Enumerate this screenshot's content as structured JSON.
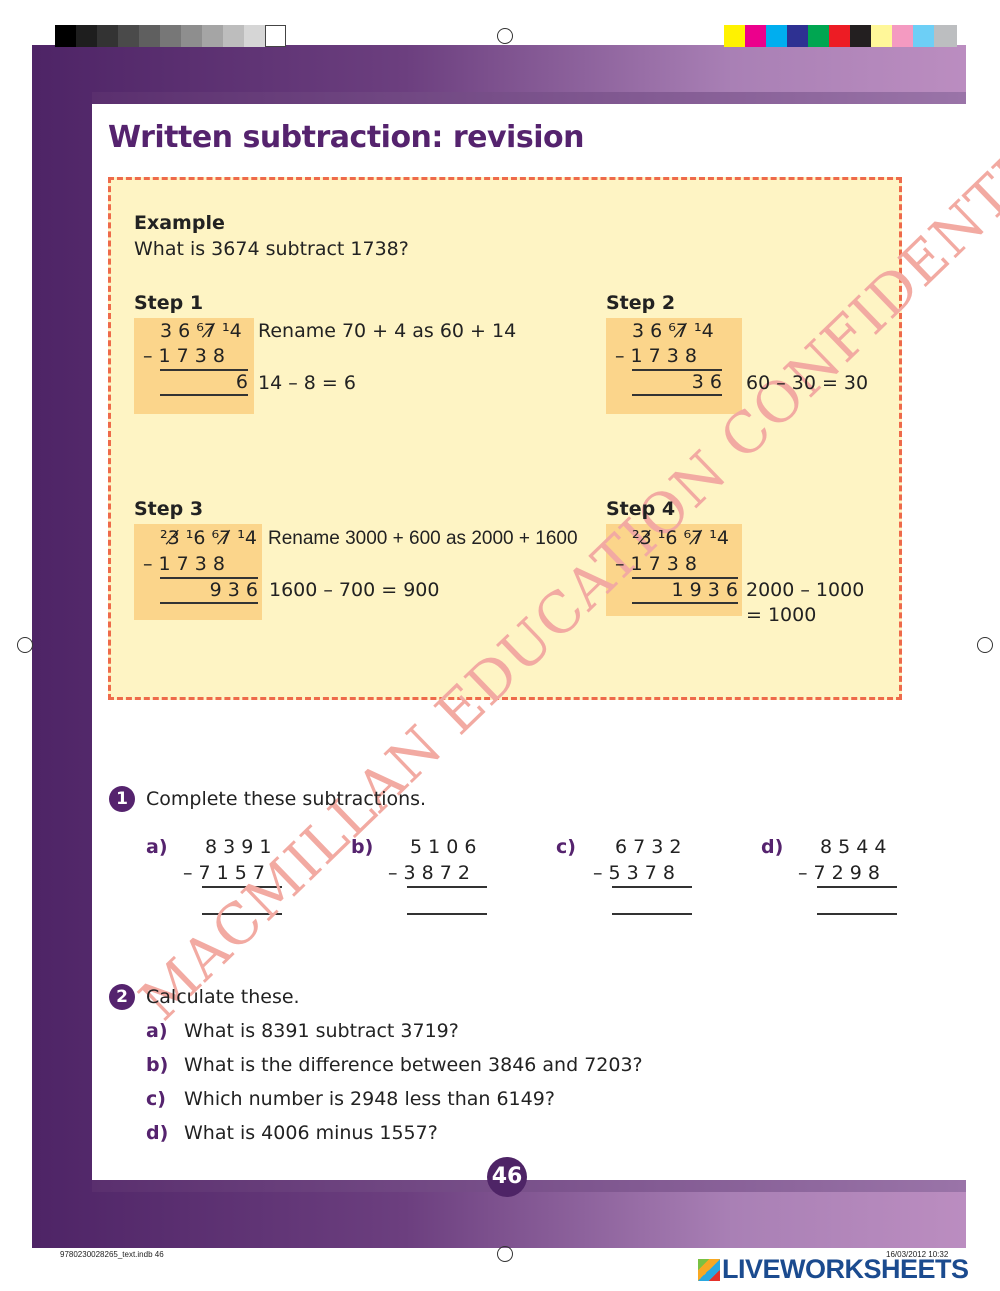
{
  "title": "Written subtraction: revision",
  "example": {
    "heading": "Example",
    "question": "What is 3674 subtract 1738?"
  },
  "steps": [
    {
      "label": "Step 1",
      "top": "3 6 ⁶7̸ ¹4",
      "bottom": "– 1 7 3 8",
      "result": "6",
      "note1": "Rename 70 + 4 as 60 + 14",
      "note2": "14 – 8 = 6"
    },
    {
      "label": "Step 2",
      "top": "3 6 ⁶7̸ ¹4",
      "bottom": "– 1 7 3 8",
      "result": "3 6",
      "note1": "",
      "note2": "60 – 30 = 30"
    },
    {
      "label": "Step 3",
      "top": "²3̸ ¹6 ⁶7̸ ¹4",
      "bottom": "– 1 7 3 8",
      "result": "9 3 6",
      "note1": "Rename 3000 + 600 as 2000 + 1600",
      "note2": "1600 – 700 = 900"
    },
    {
      "label": "Step 4",
      "top": "²3̸ ¹6 ⁶7̸ ¹4",
      "bottom": "– 1 7 3 8",
      "result": "1 9 3 6",
      "note1": "",
      "note2": "2000 – 1000",
      "note3": "= 1000"
    }
  ],
  "q1": {
    "number": "1",
    "instruction": "Complete these subtractions.",
    "items": [
      {
        "label": "a)",
        "top": "8 3 9 1",
        "bottom": "– 7 1 5 7"
      },
      {
        "label": "b)",
        "top": "5 1 0 6",
        "bottom": "– 3 8 7 2"
      },
      {
        "label": "c)",
        "top": "6 7 3 2",
        "bottom": "– 5 3 7 8"
      },
      {
        "label": "d)",
        "top": "8 5 4 4",
        "bottom": "– 7 2 9 8"
      }
    ]
  },
  "q2": {
    "number": "2",
    "instruction": "Calculate these.",
    "items": [
      {
        "label": "a)",
        "text": "What is 8391 subtract 3719?"
      },
      {
        "label": "b)",
        "text": "What is the difference between 3846 and 7203?"
      },
      {
        "label": "c)",
        "text": "Which number is 2948 less than 6149?"
      },
      {
        "label": "d)",
        "text": "What is 4006 minus 1557?"
      }
    ]
  },
  "page_number": "46",
  "watermark": "MACMILLAN EDUCATION CONFIDENTIAL",
  "footer": {
    "file": "9780230028265_text.indb   46",
    "date": "16/03/2012   10:32",
    "brand": "LIVEWORKSHEETS"
  },
  "colors": {
    "purple": "#55236e",
    "example_bg": "#fef4c4",
    "highlight": "#fbd58b",
    "border": "#ee6a4a"
  }
}
